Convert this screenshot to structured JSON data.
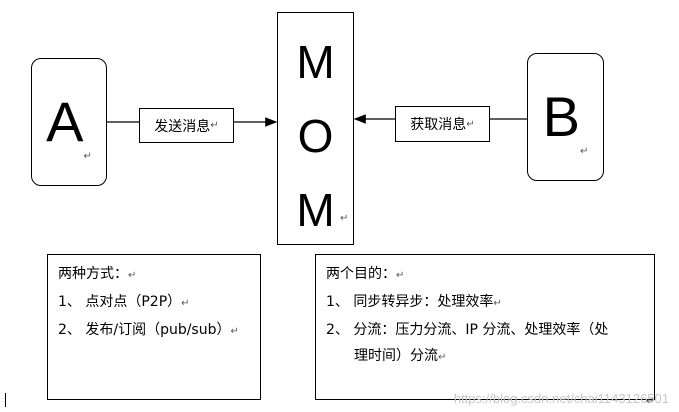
{
  "nodes": {
    "a": "A",
    "b": "B",
    "mom": [
      "M",
      "O",
      "M"
    ]
  },
  "edges": {
    "send_label": "发送消息",
    "fetch_label": "获取消息"
  },
  "mark": "↵",
  "panels": {
    "left": {
      "title": "两种方式：",
      "items": [
        "1、 点对点（P2P）",
        "2、 发布/订阅（pub/sub）"
      ]
    },
    "right": {
      "title": "两个目的：",
      "items": [
        "1、 同步转异步：处理效率",
        "2、 分流：压力分流、IP 分流、处理效率（处",
        "理时间）分流"
      ]
    }
  },
  "watermark": "https://blog.csdn.net/chai1143126501"
}
